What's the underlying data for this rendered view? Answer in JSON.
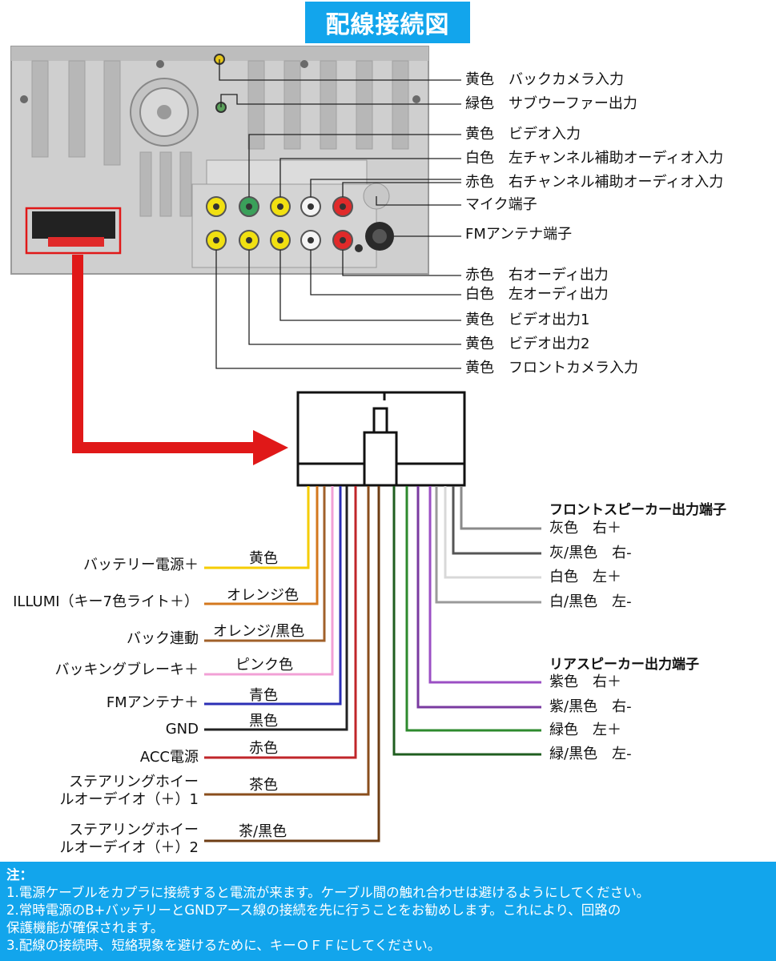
{
  "title": "配線接続図",
  "ports": [
    "黄色　バックカメラ入力",
    "緑色　サブウーファー出力",
    "黄色　ビデオ入力",
    "白色　左チャンネル補助オーディオ入力",
    "赤色　右チャンネル補助オーディオ入力",
    "マイク端子",
    "FMアンテナ端子",
    "赤色　右オーディ出力",
    "白色　左オーディ出力",
    "黄色　ビデオ出力1",
    "黄色　ビデオ出力2",
    "黄色　フロントカメラ入力"
  ],
  "left_wires": [
    {
      "label": "バッテリー電源＋",
      "color_name": "黄色",
      "color": "#f5cc00"
    },
    {
      "label": "ILLUMI（キー7色ライト＋）",
      "color_name": "オレンジ色",
      "color": "#d4781e"
    },
    {
      "label": "バック連動",
      "color_name": "オレンジ/黒色",
      "color": "#a0602a"
    },
    {
      "label": "バッキングブレーキ＋",
      "color_name": "ピンク色",
      "color": "#f2a0d6"
    },
    {
      "label": "FMアンテナ＋",
      "color_name": "青色",
      "color": "#2b2fb5"
    },
    {
      "label": "GND",
      "color_name": "黒色",
      "color": "#222222"
    },
    {
      "label": "ACC電源",
      "color_name": "赤色",
      "color": "#c0262a"
    },
    {
      "label": "ステアリングホイー\nルオーデイオ（＋）1",
      "color_name": "茶色",
      "color": "#8a4e1c"
    },
    {
      "label": "ステアリングホイー\nルオーデイオ（＋）2",
      "color_name": "茶/黒色",
      "color": "#6e3d14"
    }
  ],
  "front_speakers": {
    "heading": "フロントスピーカー出力端子",
    "items": [
      {
        "label": "灰色　右＋",
        "color": "#8a8a8a"
      },
      {
        "label": "灰/黒色　右-",
        "color": "#555555"
      },
      {
        "label": "白色　左＋",
        "color": "#d8d8d8"
      },
      {
        "label": "白/黒色　左-",
        "color": "#9a9a9a"
      }
    ]
  },
  "rear_speakers": {
    "heading": "リアスピーカー出力端子",
    "items": [
      {
        "label": "紫色　右＋",
        "color": "#9b4fc4"
      },
      {
        "label": "紫/黒色　右-",
        "color": "#7a3aa0"
      },
      {
        "label": "緑色　左＋",
        "color": "#2e8a2e"
      },
      {
        "label": "緑/黒色　左-",
        "color": "#1f5e1f"
      }
    ]
  },
  "notes": {
    "heading": "注：",
    "lines": [
      "1.電源ケーブルをカプラに接続すると電流が来ます。ケーブル間の触れ合わせは避けるようにしてください。",
      "2.常時電源のB+バッテリーとGNDアース線の接続を先に行うことをお勧めします。これにより、回路の",
      "保護機能が確保されます。",
      "3.配線の接続時、短絡現象を避けるために、キーＯＦＦにしてください。"
    ]
  },
  "colors": {
    "accent": "#12a5ec",
    "arrow": "#e01818",
    "unit_body": "#cfcfcf"
  }
}
